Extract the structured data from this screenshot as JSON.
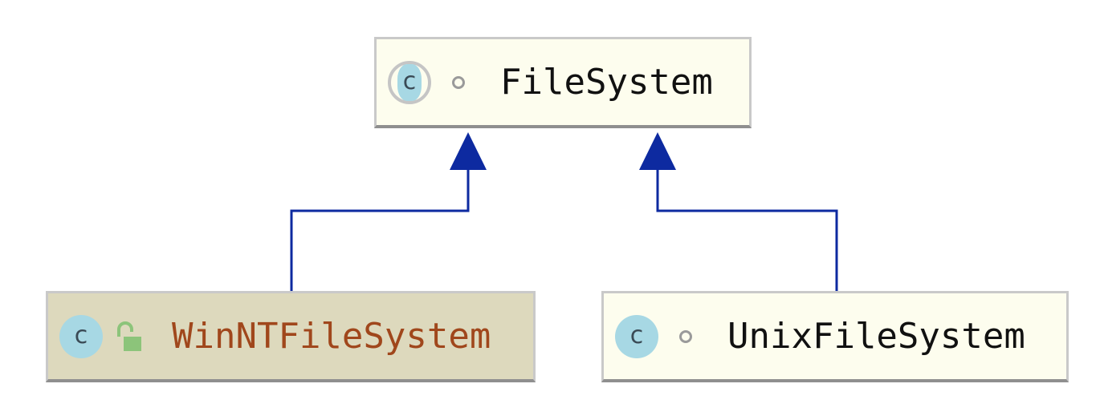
{
  "diagram": {
    "colors": {
      "arrow": "#0d2aa0",
      "node_fill": "#fdfdee",
      "selected_fill": "#ddd9bd",
      "selected_text": "#a0471c",
      "text": "#111111",
      "class_icon": "#a7d8e4"
    },
    "nodes": [
      {
        "id": "filesystem",
        "label": "FileSystem",
        "kind": "abstract-class",
        "class_icon_letter": "c",
        "visibility_icon": "package-private-dot-icon",
        "selected": false
      },
      {
        "id": "winnt",
        "label": "WinNTFileSystem",
        "kind": "class",
        "class_icon_letter": "c",
        "visibility_icon": "open-lock-icon",
        "selected": true
      },
      {
        "id": "unix",
        "label": "UnixFileSystem",
        "kind": "class",
        "class_icon_letter": "c",
        "visibility_icon": "package-private-dot-icon",
        "selected": false
      }
    ],
    "edges": [
      {
        "from": "winnt",
        "to": "filesystem",
        "type": "inheritance"
      },
      {
        "from": "unix",
        "to": "filesystem",
        "type": "inheritance"
      }
    ]
  }
}
